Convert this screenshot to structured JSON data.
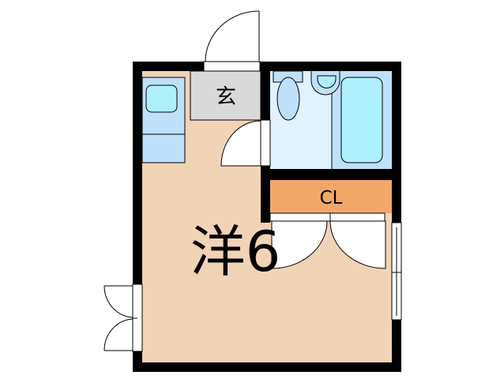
{
  "floorplan": {
    "main_room": {
      "label": "洋6",
      "type_char": "洋",
      "size": "6"
    },
    "entrance": {
      "label": "玄"
    },
    "closet": {
      "label": "CL"
    },
    "rooms": [
      "Western-style room (6 jo)",
      "Entrance (genkan)",
      "Unit bath",
      "Closet",
      "Kitchen"
    ]
  },
  "colors": {
    "wall": "#000000",
    "room_floor": "#f1d3b6",
    "entrance_floor": "#d9d9d9",
    "bath_floor": "#dff2fe",
    "bath_tub_area": "#bfe0fb",
    "tub": "#aef0fc",
    "closet": "#f1a86a",
    "kitchen_counter": "#bfe0fb",
    "sink": "#aef0fc"
  }
}
